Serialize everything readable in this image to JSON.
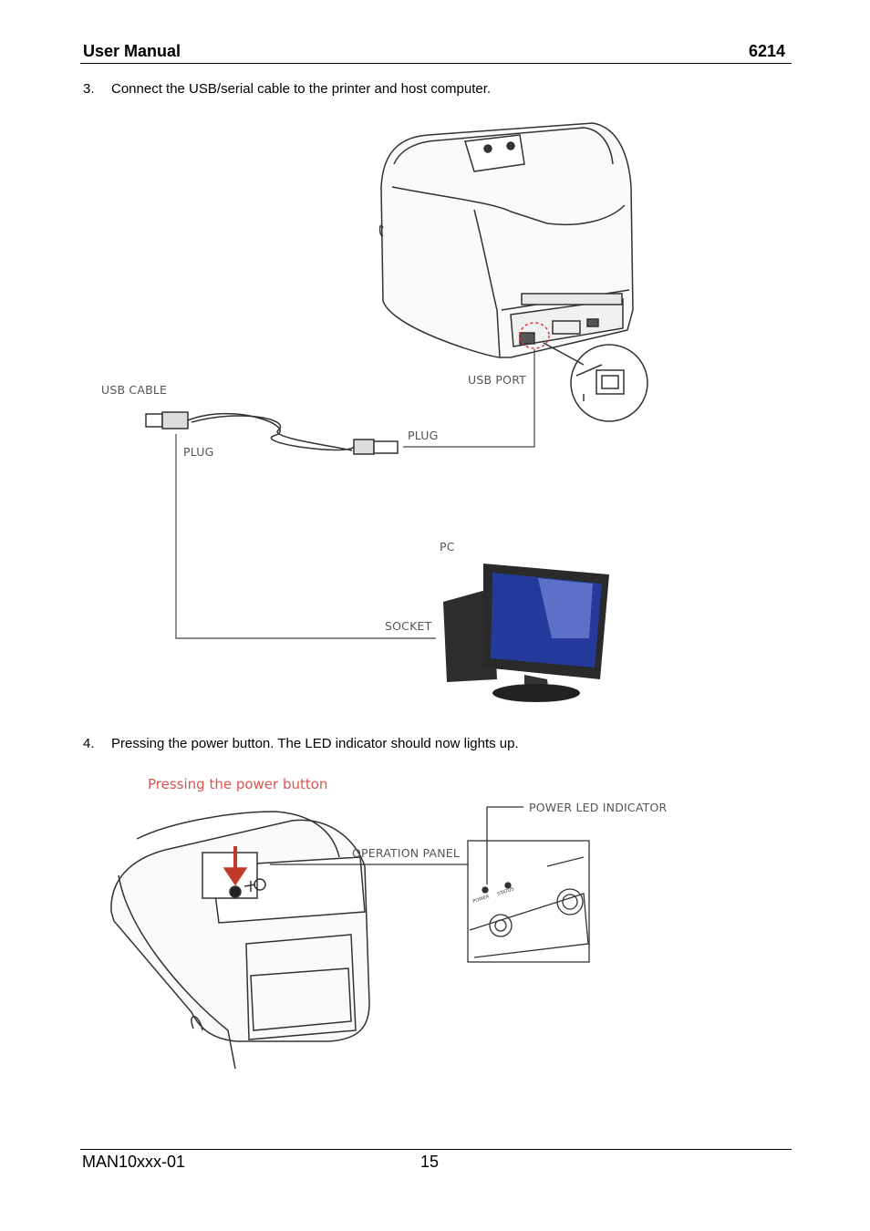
{
  "header": {
    "title": "User Manual",
    "doc_number": "6214"
  },
  "steps": [
    {
      "number": "3.",
      "text": "Connect the USB/serial cable to the printer and host computer."
    },
    {
      "number": "4.",
      "text": "Pressing the power button. The LED indicator should now lights up."
    }
  ],
  "figure1": {
    "usb_cable": "USB CABLE",
    "usb_port": "USB PORT",
    "plug_left": "PLUG",
    "plug_right": "PLUG",
    "pc": "PC",
    "socket": "SOCKET"
  },
  "figure2": {
    "caption": "Pressing the power button",
    "power_led": "POWER LED INDICATOR",
    "operation_panel": "OPERATION PANEL",
    "panel_power": "POWER",
    "panel_status": "STATUS",
    "caption_color": "#d9534f"
  },
  "footer": {
    "doc_id": "MAN10xxx-01",
    "page": "15"
  }
}
